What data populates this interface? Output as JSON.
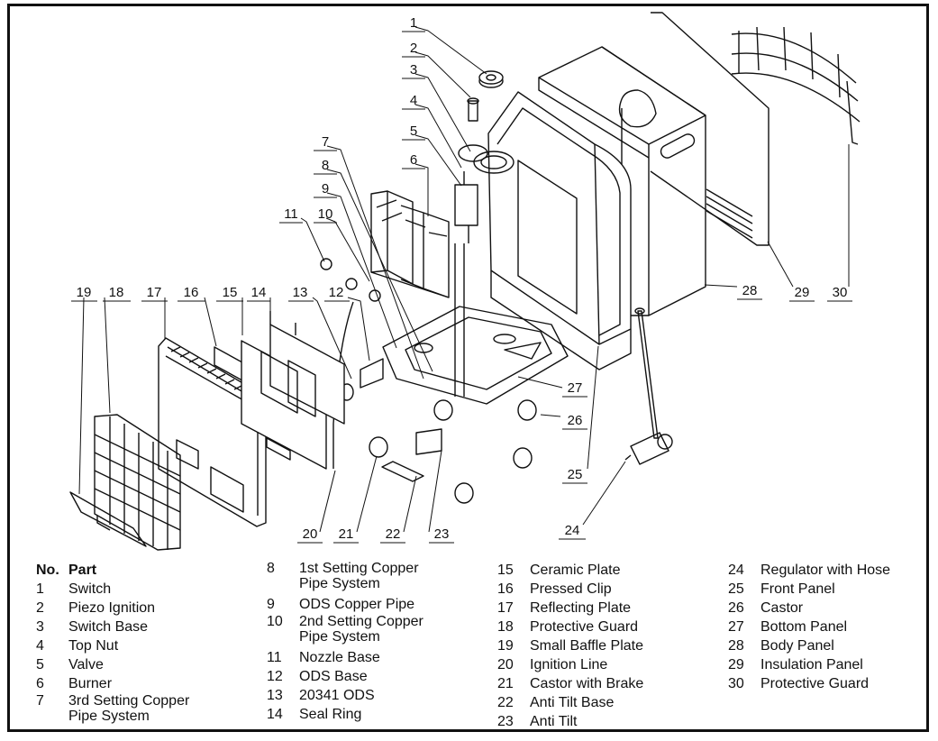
{
  "callouts": [
    {
      "id": "c1",
      "label": "1"
    },
    {
      "id": "c2",
      "label": "2"
    },
    {
      "id": "c3",
      "label": "3"
    },
    {
      "id": "c4",
      "label": "4"
    },
    {
      "id": "c5",
      "label": "5"
    },
    {
      "id": "c6",
      "label": "6"
    },
    {
      "id": "c7",
      "label": "7"
    },
    {
      "id": "c8",
      "label": "8"
    },
    {
      "id": "c9",
      "label": "9"
    },
    {
      "id": "c10",
      "label": "10"
    },
    {
      "id": "c11",
      "label": "11"
    },
    {
      "id": "c12",
      "label": "12"
    },
    {
      "id": "c13",
      "label": "13"
    },
    {
      "id": "c14",
      "label": "14"
    },
    {
      "id": "c15",
      "label": "15"
    },
    {
      "id": "c16",
      "label": "16"
    },
    {
      "id": "c17",
      "label": "17"
    },
    {
      "id": "c18",
      "label": "18"
    },
    {
      "id": "c19",
      "label": "19"
    },
    {
      "id": "c20",
      "label": "20"
    },
    {
      "id": "c21",
      "label": "21"
    },
    {
      "id": "c22",
      "label": "22"
    },
    {
      "id": "c23",
      "label": "23"
    },
    {
      "id": "c24",
      "label": "24"
    },
    {
      "id": "c25",
      "label": "25"
    },
    {
      "id": "c26",
      "label": "26"
    },
    {
      "id": "c27",
      "label": "27"
    },
    {
      "id": "c28",
      "label": "28"
    },
    {
      "id": "c29",
      "label": "29"
    },
    {
      "id": "c30",
      "label": "30"
    }
  ],
  "legend": {
    "header_no": "No.",
    "header_part": "Part",
    "parts": [
      {
        "no": "1",
        "name": "Switch"
      },
      {
        "no": "2",
        "name": "Piezo Ignition"
      },
      {
        "no": "3",
        "name": "Switch Base"
      },
      {
        "no": "4",
        "name": "Top Nut"
      },
      {
        "no": "5",
        "name": "Valve"
      },
      {
        "no": "6",
        "name": "Burner"
      },
      {
        "no": "7",
        "name": "3rd Setting Copper\nPipe System"
      },
      {
        "no": "8",
        "name": "1st Setting Copper\nPipe System"
      },
      {
        "no": "9",
        "name": "ODS Copper Pipe"
      },
      {
        "no": "10",
        "name": "2nd Setting Copper\nPipe System"
      },
      {
        "no": "11",
        "name": "Nozzle Base"
      },
      {
        "no": "12",
        "name": "ODS Base"
      },
      {
        "no": "13",
        "name": "20341 ODS"
      },
      {
        "no": "14",
        "name": "Seal Ring"
      },
      {
        "no": "15",
        "name": "Ceramic Plate"
      },
      {
        "no": "16",
        "name": "Pressed Clip"
      },
      {
        "no": "17",
        "name": "Reflecting Plate"
      },
      {
        "no": "18",
        "name": "Protective Guard"
      },
      {
        "no": "19",
        "name": "Small Baffle Plate"
      },
      {
        "no": "20",
        "name": "Ignition Line"
      },
      {
        "no": "21",
        "name": "Castor with Brake"
      },
      {
        "no": "22",
        "name": "Anti Tilt Base"
      },
      {
        "no": "23",
        "name": "Anti Tilt"
      },
      {
        "no": "24",
        "name": "Regulator with Hose"
      },
      {
        "no": "25",
        "name": "Front Panel"
      },
      {
        "no": "26",
        "name": "Castor"
      },
      {
        "no": "27",
        "name": "Bottom Panel"
      },
      {
        "no": "28",
        "name": "Body Panel"
      },
      {
        "no": "29",
        "name": "Insulation Panel"
      },
      {
        "no": "30",
        "name": "Protective Guard"
      }
    ]
  }
}
